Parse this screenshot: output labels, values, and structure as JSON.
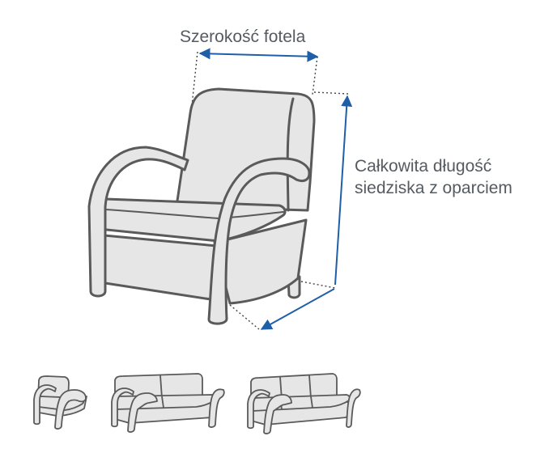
{
  "diagram": {
    "width_label": "Szerokość fotela",
    "length_label_line1": "Całkowita długość",
    "length_label_line2": "siedziska z oparciem"
  },
  "colors": {
    "outline": "#5a5a5a",
    "fill": "#e6e6e6",
    "dimension_arrow": "#1f5fa8",
    "text": "#555b61"
  },
  "icons": [
    "armchair-icon",
    "two-seat-sofa-icon",
    "three-seat-sofa-icon"
  ]
}
